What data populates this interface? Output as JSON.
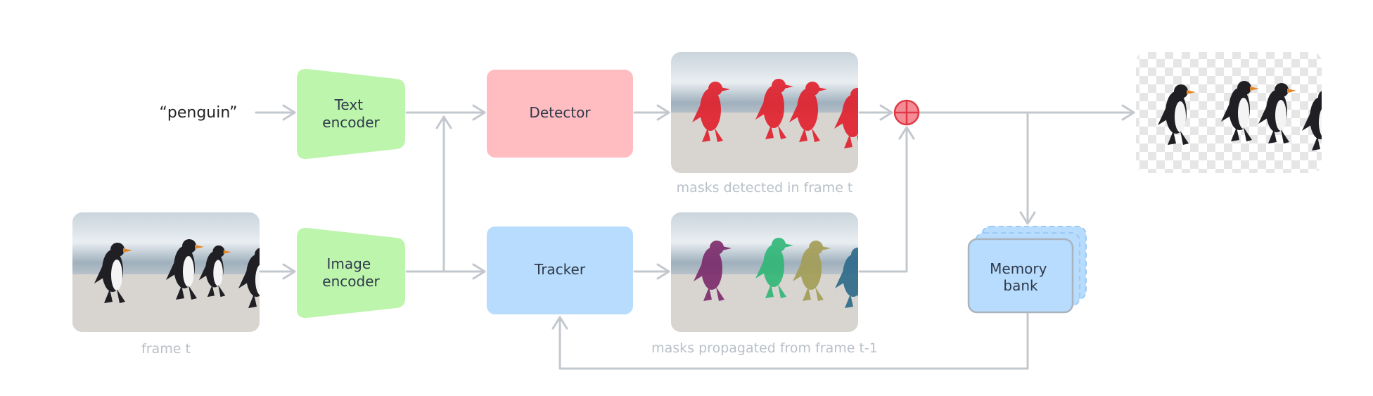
{
  "diagram": {
    "prompt_text": "“penguin”",
    "nodes": {
      "text_encoder": {
        "lines": [
          "Text",
          "encoder"
        ],
        "color": "#bdf5ad"
      },
      "image_encoder": {
        "lines": [
          "Image",
          "encoder"
        ],
        "color": "#bdf5ad"
      },
      "detector": {
        "label": "Detector",
        "color": "#ffbcc1"
      },
      "tracker": {
        "label": "Tracker",
        "color": "#b8dcfd"
      },
      "memory_bank": {
        "lines": [
          "Memory",
          "bank"
        ],
        "color": "#b8dcfd"
      },
      "combine_color": "#f48b95"
    },
    "captions": {
      "frame": "frame t",
      "detected": "masks detected in frame t",
      "propagated": "masks propagated from frame t-1"
    },
    "mask_colors": {
      "detected": "#e01f2b",
      "propagated": [
        "#7b2a6a",
        "#2fb676",
        "#a39d55",
        "#2c6a8a"
      ]
    }
  }
}
